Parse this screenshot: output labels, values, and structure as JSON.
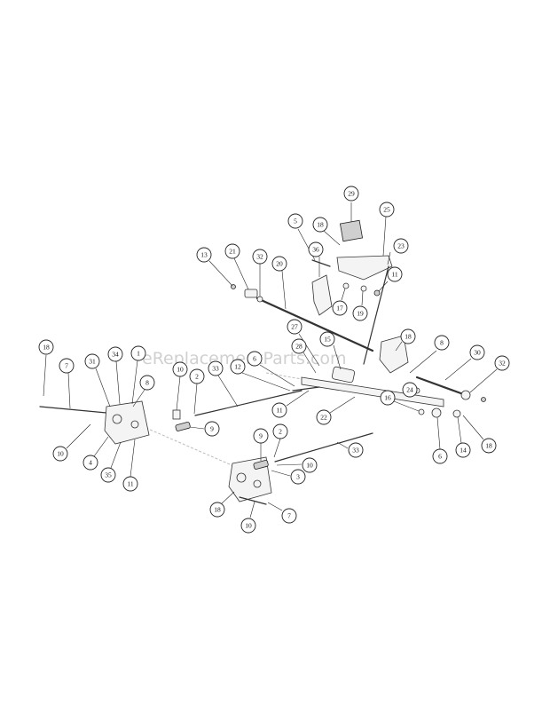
{
  "watermark": "eReplacementParts.com",
  "callouts": [
    {
      "id": "c29a",
      "label": "29"
    },
    {
      "id": "c25",
      "label": "25"
    },
    {
      "id": "c5",
      "label": "5"
    },
    {
      "id": "c18a",
      "label": "18"
    },
    {
      "id": "c23",
      "label": "23"
    },
    {
      "id": "c13",
      "label": "13"
    },
    {
      "id": "c21",
      "label": "21"
    },
    {
      "id": "c32a",
      "label": "32"
    },
    {
      "id": "c36",
      "label": "36"
    },
    {
      "id": "c20",
      "label": "20"
    },
    {
      "id": "c11a",
      "label": "11"
    },
    {
      "id": "c17",
      "label": "17"
    },
    {
      "id": "c19",
      "label": "19"
    },
    {
      "id": "c27",
      "label": "27"
    },
    {
      "id": "c18b",
      "label": "18"
    },
    {
      "id": "c15",
      "label": "15"
    },
    {
      "id": "c28",
      "label": "28"
    },
    {
      "id": "c8a",
      "label": "8"
    },
    {
      "id": "c30",
      "label": "30"
    },
    {
      "id": "c32b",
      "label": "32"
    },
    {
      "id": "c18c",
      "label": "18"
    },
    {
      "id": "c7a",
      "label": "7"
    },
    {
      "id": "c31",
      "label": "31"
    },
    {
      "id": "c34",
      "label": "34"
    },
    {
      "id": "c1",
      "label": "1"
    },
    {
      "id": "c10a",
      "label": "10"
    },
    {
      "id": "c2a",
      "label": "2"
    },
    {
      "id": "c33a",
      "label": "33"
    },
    {
      "id": "c12",
      "label": "12"
    },
    {
      "id": "c6a",
      "label": "6"
    },
    {
      "id": "c24",
      "label": "24"
    },
    {
      "id": "c16",
      "label": "16"
    },
    {
      "id": "c8b",
      "label": "8"
    },
    {
      "id": "c11b",
      "label": "11"
    },
    {
      "id": "c22",
      "label": "22"
    },
    {
      "id": "c9a",
      "label": "9"
    },
    {
      "id": "c10b",
      "label": "10"
    },
    {
      "id": "c4",
      "label": "4"
    },
    {
      "id": "c35",
      "label": "35"
    },
    {
      "id": "c11c",
      "label": "11"
    },
    {
      "id": "c14",
      "label": "14"
    },
    {
      "id": "c18d",
      "label": "18"
    },
    {
      "id": "c6b",
      "label": "6"
    },
    {
      "id": "c9b",
      "label": "9"
    },
    {
      "id": "c2b",
      "label": "2"
    },
    {
      "id": "c33b",
      "label": "33"
    },
    {
      "id": "c10c",
      "label": "10"
    },
    {
      "id": "c3",
      "label": "3"
    },
    {
      "id": "c18e",
      "label": "18"
    },
    {
      "id": "c7b",
      "label": "7"
    },
    {
      "id": "c10d",
      "label": "10"
    }
  ]
}
